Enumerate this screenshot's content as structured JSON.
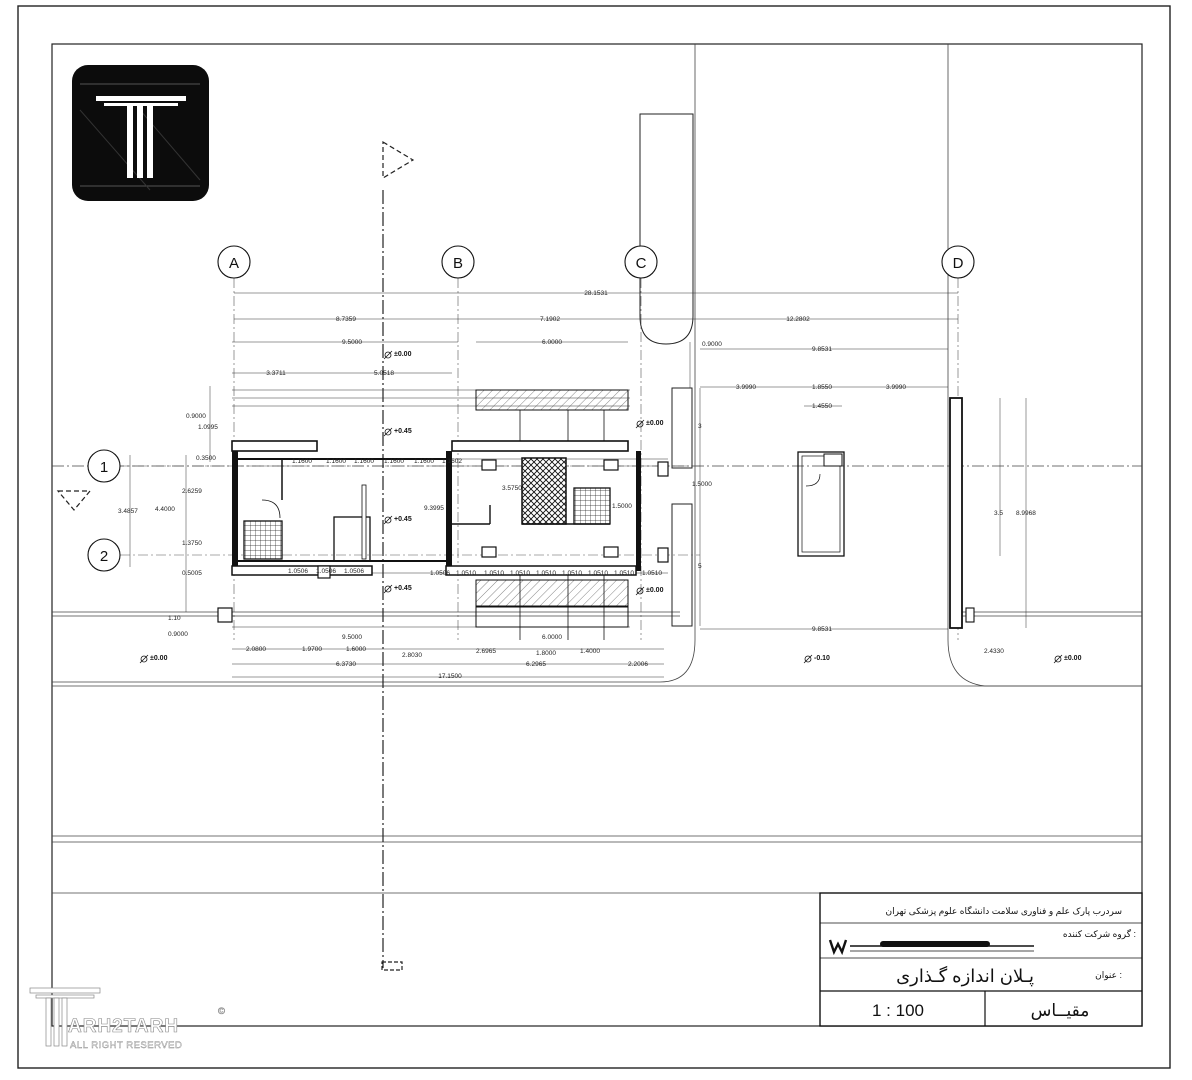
{
  "grid_axes": {
    "columns": [
      "A",
      "B",
      "C",
      "D"
    ],
    "rows": [
      "1",
      "2"
    ]
  },
  "levels": {
    "main": "±0.00",
    "raised": "+0.45",
    "lowered": "-0.10"
  },
  "dimensions": {
    "overall_top": "28.1531",
    "col_ab": "8.7359",
    "col_bc": "7.1902",
    "col_cd": "12.2802",
    "width_left": "9.5000",
    "width_mid": "6.0000",
    "gap_c": "0.9000",
    "right_span": "9.8531",
    "left_sub1": "3.3711",
    "left_sub2": "5.0518",
    "right_sub1": "3.9990",
    "right_sub2": "1.8550",
    "right_sub3": "3.9990",
    "kiosk_w": "1.4550",
    "left_offset1": "0.9000",
    "left_offset2": "1.0995",
    "row_h1": "0.3500",
    "row_h2": "3.4857",
    "row_h3": "4.4000",
    "row_h4": "2.6259",
    "row_h5": "1.3750",
    "row_h6": "0.5005",
    "side_110": "1.10",
    "side_090": "0.9000",
    "slab_w": "9.3995",
    "stair": "3.5750",
    "door_w": "1.5000",
    "door_w2": "1.5000",
    "right_v1": "3",
    "right_v2": "5",
    "kiosk_h": "3.5",
    "right_v3": "8.9968",
    "right_v4": "2.4330",
    "bottom_left": "9.5000",
    "bottom_mid": "6.0000",
    "b1": "2.0800",
    "b2": "1.9700",
    "b3": "1.6000",
    "b4": "2.8030",
    "b5": "2.6965",
    "b6": "1.8000",
    "b7": "1.4000",
    "b8": "2.2006",
    "b9": "6.3730",
    "b10": "6.2965",
    "b11": "17.1500",
    "bottom_right": "9.8531",
    "seg_top": [
      "1.1600",
      "1.1600",
      "1.1600",
      "1.1600",
      "1.1600",
      "1.1602"
    ],
    "seg_bottom_left": [
      "1.0506",
      "1.0506",
      "1.0506"
    ],
    "seg_bottom_right": [
      "1.0506",
      "1.0510",
      "1.0510",
      "1.0510",
      "1.0510",
      "1.0510",
      "1.0510",
      "1.0510",
      "1.0510"
    ]
  },
  "title_block": {
    "project": "سردرب پارک علم و فناوری سلامت دانشگاه علوم پزشکی تهران",
    "company_label": "گروه شرکت کننده :",
    "title_label": "عنوان :",
    "title": "پـلان اندازه گـذاری",
    "scale_value": "1 : 100",
    "scale_label": "مقیــاس"
  },
  "watermark": {
    "name": "ARH2TARH",
    "rights": "ALL RIGHT RESERVED",
    "mark": "©"
  },
  "colors": {
    "ink": "#111111",
    "paper": "#ffffff",
    "logo_bg": "#0c0c0c"
  }
}
